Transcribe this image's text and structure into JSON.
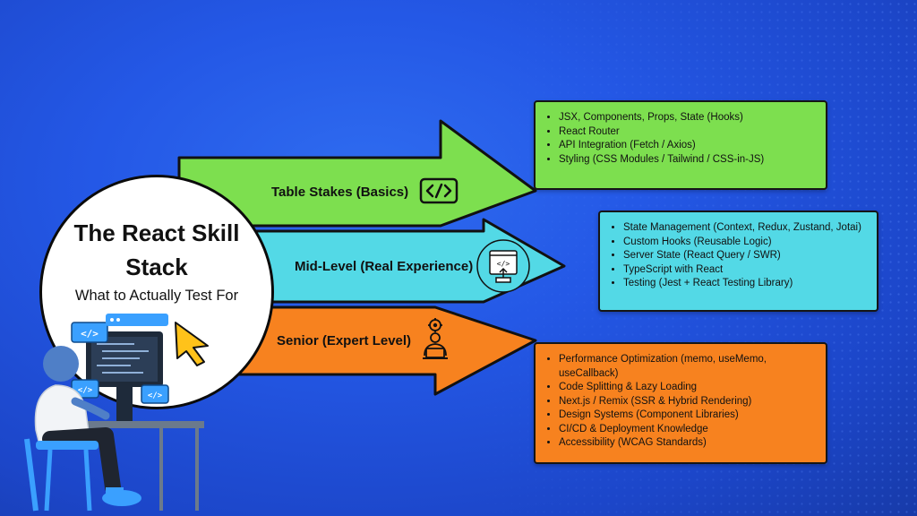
{
  "title": {
    "line1": "The React Skill",
    "line2": "Stack",
    "subtitle": "What to Actually Test For"
  },
  "levels": [
    {
      "label": "Table Stakes (Basics)",
      "icon": "code-brackets-icon",
      "color": "#7ddf4f",
      "items": [
        "JSX, Components, Props, State (Hooks)",
        "React Router",
        "API Integration (Fetch / Axios)",
        "Styling (CSS Modules / Tailwind / CSS-in-JS)"
      ]
    },
    {
      "label": "Mid-Level (Real Experience)",
      "icon": "code-window-icon",
      "color": "#53d9e6",
      "items": [
        "State Management (Context, Redux, Zustand, Jotai)",
        "Custom Hooks (Reusable Logic)",
        "Server State (React Query / SWR)",
        "TypeScript with React",
        "Testing (Jest + React Testing Library)"
      ]
    },
    {
      "label": "Senior (Expert Level)",
      "icon": "developer-gear-icon",
      "color": "#f7821f",
      "items": [
        "Performance Optimization (memo, useMemo, useCallback)",
        "Code Splitting & Lazy Loading",
        "Next.js / Remix (SSR & Hybrid Rendering)",
        "Design Systems (Component Libraries)",
        "CI/CD & Deployment Knowledge",
        "Accessibility (WCAG Standards)"
      ]
    }
  ],
  "decor_icons": [
    "code-tag-icon",
    "cursor-arrow-icon",
    "developer-person-icon"
  ]
}
